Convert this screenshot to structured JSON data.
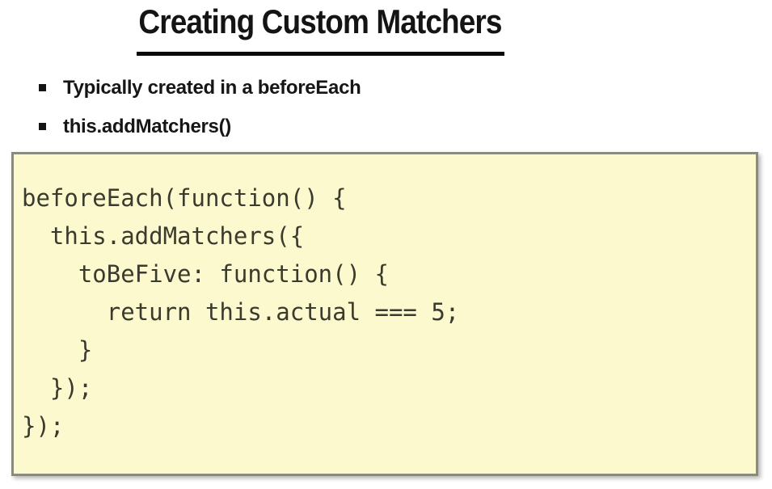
{
  "slide": {
    "title": "Creating Custom Matchers",
    "bullets": [
      "Typically created in a beforeEach",
      "this.addMatchers()"
    ],
    "code": {
      "lines": [
        "beforeEach(function() {",
        "  this.addMatchers({",
        "    toBeFive: function() {",
        "      return this.actual === 5;",
        "    }",
        "  });",
        "});"
      ]
    },
    "colors": {
      "code_background": "#FCF9CF",
      "code_border": "#8a8a7d",
      "code_text": "#3a3a2d",
      "title_text": "#141414",
      "underline": "#0a0a0a"
    }
  }
}
